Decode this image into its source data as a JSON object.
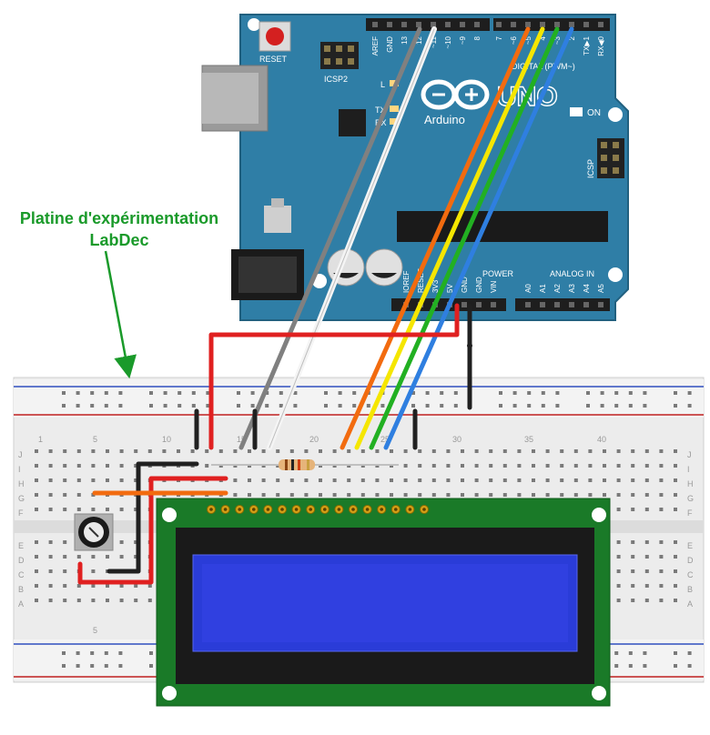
{
  "callout": {
    "line1": "Platine d'expérimentation",
    "line2": "LabDec"
  },
  "arduino": {
    "reset_label": "RESET",
    "icsp2_label": "ICSP2",
    "icsp_label": "ICSP",
    "brand": "Arduino",
    "model": "UNO",
    "digital_label": "DIGITAL (PWM~)",
    "on_label": "ON",
    "led_l_label": "L",
    "tx_label": "TX",
    "rx_label": "RX",
    "power_label": "POWER",
    "analog_label": "ANALOG IN",
    "top_pins": [
      "AREF",
      "GND",
      "13",
      "12",
      "~11",
      "~10",
      "~9",
      "8",
      "7",
      "~6",
      "~5",
      "4",
      "~3",
      "2",
      "TX▶1",
      "RX◀0"
    ],
    "power_pins": [
      "IOREF",
      "RESET",
      "3V3",
      "5V",
      "GND",
      "GND",
      "VIN"
    ],
    "analog_pins": [
      "A0",
      "A1",
      "A2",
      "A3",
      "A4",
      "A5"
    ]
  },
  "breadboard": {
    "column_numbers": [
      "1",
      "5",
      "10",
      "15",
      "20",
      "25",
      "30",
      "35",
      "40"
    ],
    "row_letters_top": [
      "J",
      "I",
      "H",
      "G",
      "F"
    ],
    "row_letters_bottom": [
      "E",
      "D",
      "C",
      "B",
      "A"
    ]
  },
  "wire_colors": {
    "red": "#e02020",
    "black": "#202020",
    "gray": "#808080",
    "white": "#f4f4f4",
    "orange": "#f26b0f",
    "yellow": "#f5e600",
    "green": "#22b022",
    "blue": "#2f7fe0"
  },
  "board_colors": {
    "arduino": "#2f7ea6",
    "lcd_pcb": "#1a7a28",
    "lcd_screen": "#2a3cd8",
    "callout_text": "#1a9a2a"
  }
}
